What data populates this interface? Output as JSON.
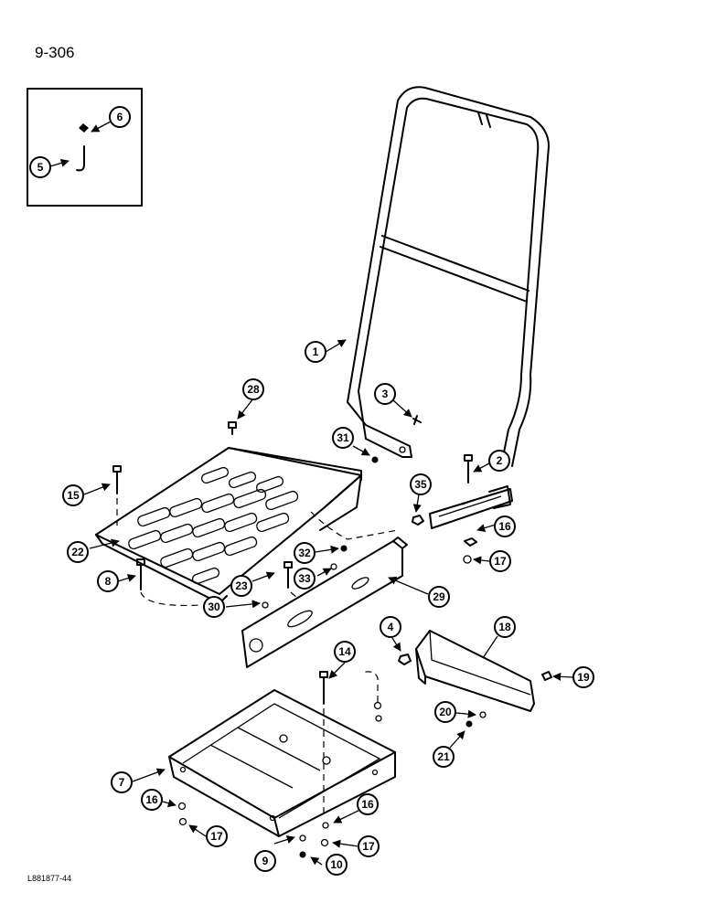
{
  "page_number": "9-306",
  "figure_code": "L881877-44",
  "callouts": [
    "1",
    "2",
    "3",
    "4",
    "5",
    "6",
    "7",
    "8",
    "9",
    "10",
    "14",
    "15",
    "16",
    "16",
    "16",
    "17",
    "17",
    "17",
    "18",
    "19",
    "20",
    "21",
    "22",
    "23",
    "28",
    "29",
    "30",
    "31",
    "32",
    "33",
    "35"
  ]
}
